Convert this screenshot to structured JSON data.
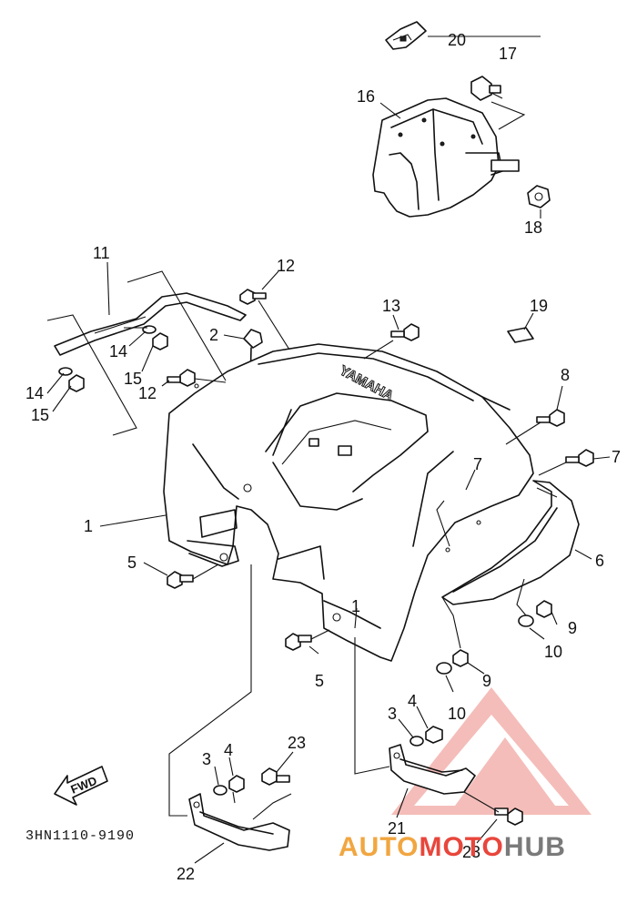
{
  "diagram": {
    "part_code": "3HN1110-9190",
    "direction_label": "FWD",
    "brand_mark": "YAMAHA",
    "callouts": [
      {
        "id": "c20",
        "label": "20"
      },
      {
        "id": "c17",
        "label": "17"
      },
      {
        "id": "c16",
        "label": "16"
      },
      {
        "id": "c18",
        "label": "18"
      },
      {
        "id": "c11",
        "label": "11"
      },
      {
        "id": "c12a",
        "label": "12"
      },
      {
        "id": "c13",
        "label": "13"
      },
      {
        "id": "c19",
        "label": "19"
      },
      {
        "id": "c2",
        "label": "2"
      },
      {
        "id": "c14a",
        "label": "14"
      },
      {
        "id": "c15a",
        "label": "15"
      },
      {
        "id": "c12b",
        "label": "12"
      },
      {
        "id": "c14b",
        "label": "14"
      },
      {
        "id": "c15b",
        "label": "15"
      },
      {
        "id": "c8",
        "label": "8"
      },
      {
        "id": "c7a",
        "label": "7"
      },
      {
        "id": "c7b",
        "label": "7"
      },
      {
        "id": "c1a",
        "label": "1"
      },
      {
        "id": "c6",
        "label": "6"
      },
      {
        "id": "c5a",
        "label": "5"
      },
      {
        "id": "c1b",
        "label": "1"
      },
      {
        "id": "c9a",
        "label": "9"
      },
      {
        "id": "c10a",
        "label": "10"
      },
      {
        "id": "c5b",
        "label": "5"
      },
      {
        "id": "c9b",
        "label": "9"
      },
      {
        "id": "c10b",
        "label": "10"
      },
      {
        "id": "c3a",
        "label": "3"
      },
      {
        "id": "c4a",
        "label": "4"
      },
      {
        "id": "c23a",
        "label": "23"
      },
      {
        "id": "c3b",
        "label": "3"
      },
      {
        "id": "c4b",
        "label": "4"
      },
      {
        "id": "c21",
        "label": "21"
      },
      {
        "id": "c23b",
        "label": "23"
      },
      {
        "id": "c22",
        "label": "22"
      }
    ]
  },
  "watermark": {
    "part1": "AUTO",
    "part2": "MOTO",
    "part3": "HUB",
    "color_red": "#e8463c",
    "color_orange": "#f1a640",
    "color_gray": "#7a7a7a"
  }
}
